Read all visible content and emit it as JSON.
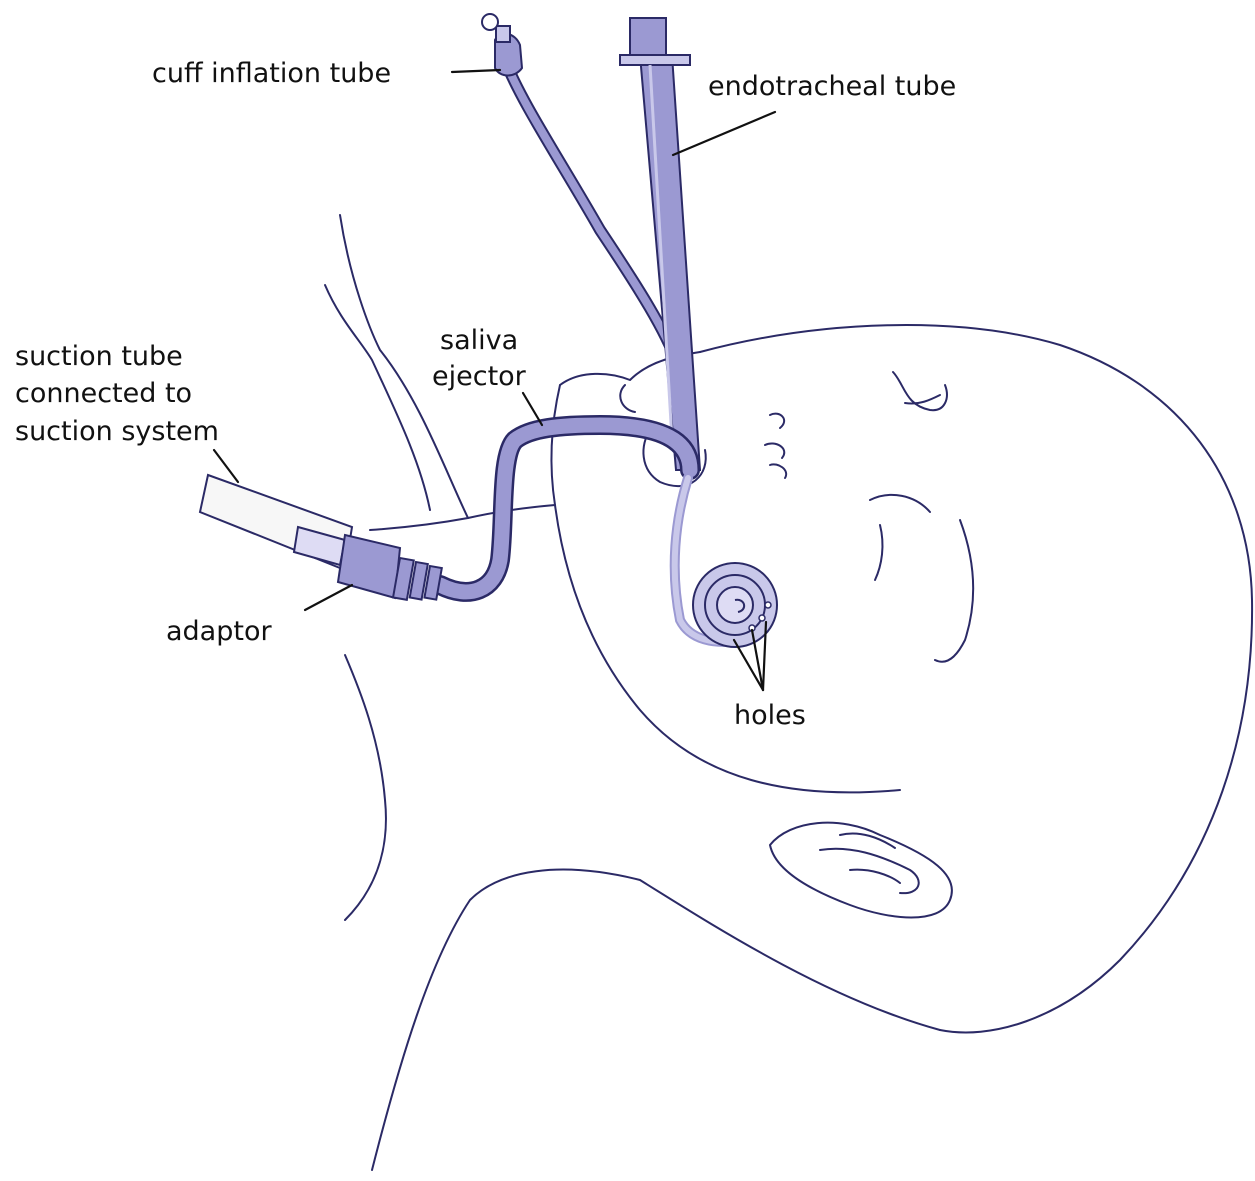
{
  "labels": {
    "cuff_inflation_tube": "cuff inflation tube",
    "endotracheal_tube": "endotracheal tube",
    "saliva_ejector_line1": "saliva",
    "saliva_ejector_line2": "ejector",
    "suction_tube_line1": "suction tube",
    "suction_tube_line2": "connected to",
    "suction_tube_line3": "suction system",
    "adaptor": "adaptor",
    "holes": "holes"
  },
  "colors": {
    "outline": "#2b2a66",
    "tube_fill": "#9b99d2",
    "tube_light": "#c9c8ea",
    "suction_fill": "#f7f7f7",
    "text": "#111111",
    "background": "#ffffff"
  }
}
